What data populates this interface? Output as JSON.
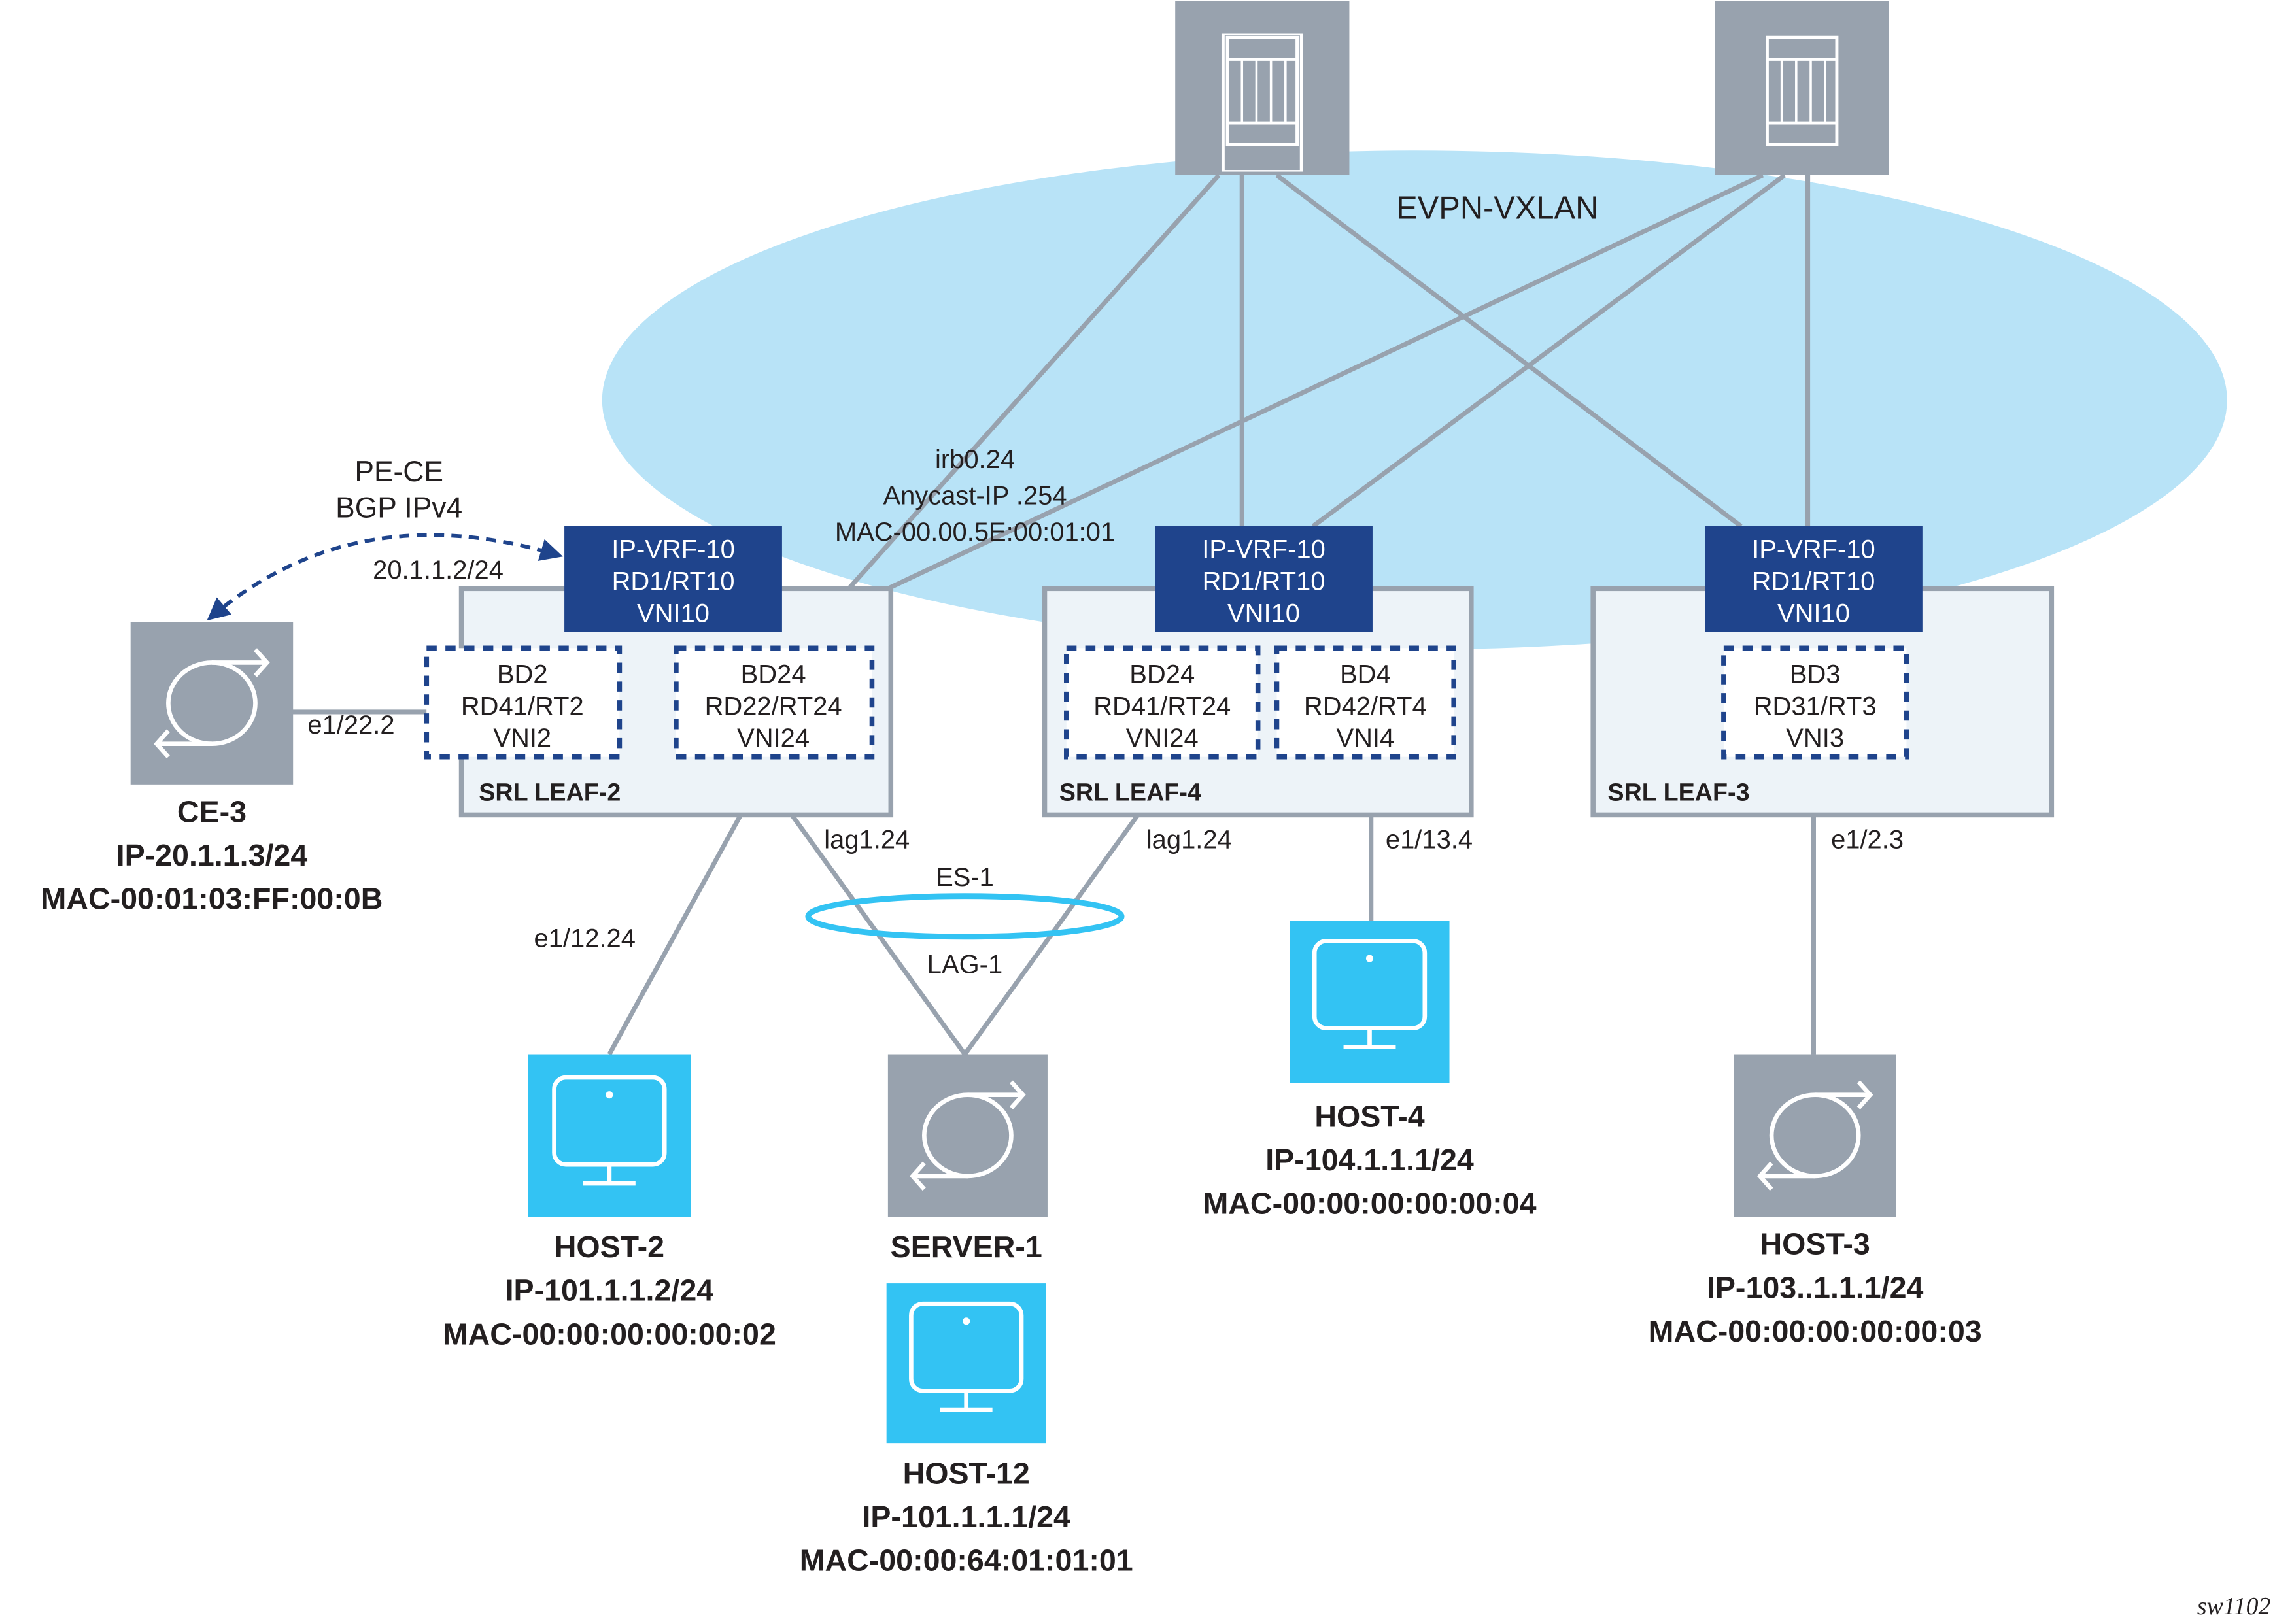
{
  "overlay": {
    "label": "EVPN-VXLAN",
    "fill": "#b8e3f7"
  },
  "colors": {
    "link": "#98a2ae",
    "spine_node": "#98a2ae",
    "host_node": "#33c3f3",
    "vrf_box": "#1f448c",
    "leaf_box": "#edf3f8",
    "es_ring": "#33c3f3",
    "bgp_arrow": "#1f448c"
  },
  "spines": [
    {
      "id": "spine-1",
      "icon": "chassis-router-icon"
    },
    {
      "id": "spine-2",
      "icon": "chassis-router-icon"
    }
  ],
  "irb": {
    "lines": [
      "irb0.24",
      "Anycast-IP .254",
      "MAC-00.00.5E:00:01:01"
    ]
  },
  "pe_ce": {
    "lines": [
      "PE-CE",
      "BGP IPv4"
    ],
    "address": "20.1.1.2/24"
  },
  "leaves": [
    {
      "name": "SRL LEAF-2",
      "vrf": [
        "IP-VRF-10",
        "RD1/RT10",
        "VNI10"
      ],
      "bds": [
        [
          "BD2",
          "RD41/RT2",
          "VNI2"
        ],
        [
          "BD24",
          "RD22/RT24",
          "VNI24"
        ]
      ]
    },
    {
      "name": "SRL LEAF-4",
      "vrf": [
        "IP-VRF-10",
        "RD1/RT10",
        "VNI10"
      ],
      "bds": [
        [
          "BD24",
          "RD41/RT24",
          "VNI24"
        ],
        [
          "BD4",
          "RD42/RT4",
          "VNI4"
        ]
      ]
    },
    {
      "name": "SRL LEAF-3",
      "vrf": [
        "IP-VRF-10",
        "RD1/RT10",
        "VNI10"
      ],
      "bds": [
        [
          "BD3",
          "RD31/RT3",
          "VNI3"
        ]
      ]
    }
  ],
  "interfaces": {
    "ce3": "e1/22.2",
    "host2": "e1/12.24",
    "lag_leaf2": "lag1.24",
    "lag_leaf4": "lag1.24",
    "host4": "e1/13.4",
    "host3": "e1/2.3",
    "es": "ES-1",
    "lag": "LAG-1"
  },
  "endpoints": {
    "ce3": {
      "name": "CE-3",
      "ip": "IP-20.1.1.3/24",
      "mac": "MAC-00:01:03:FF:00:0B",
      "icon": "router-icon"
    },
    "host2": {
      "name": "HOST-2",
      "ip": "IP-101.1.1.2/24",
      "mac": "MAC-00:00:00:00:00:02",
      "icon": "monitor-icon"
    },
    "server1": {
      "name": "SERVER-1",
      "icon": "router-icon"
    },
    "host12": {
      "name": "HOST-12",
      "ip": "IP-101.1.1.1/24",
      "mac": "MAC-00:00:64:01:01:01",
      "icon": "monitor-icon"
    },
    "host4": {
      "name": "HOST-4",
      "ip": "IP-104.1.1.1/24",
      "mac": "MAC-00:00:00:00:00:04",
      "icon": "monitor-icon"
    },
    "host3": {
      "name": "HOST-3",
      "ip": "IP-103..1.1.1/24",
      "mac": "MAC-00:00:00:00:00:03",
      "icon": "router-icon"
    }
  },
  "figure_id": "sw1102"
}
